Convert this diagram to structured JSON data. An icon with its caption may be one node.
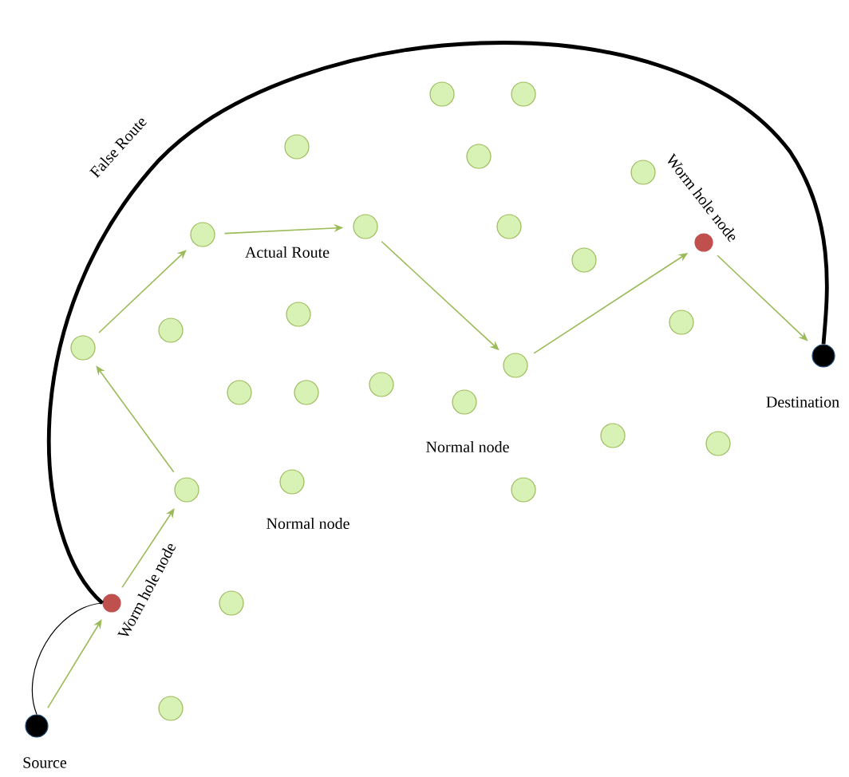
{
  "diagram": {
    "nodes": [
      {
        "text": [],
        "shape": "circle"
      },
      {
        "text": [],
        "shape": "circle"
      },
      {
        "text": [],
        "shape": "circle"
      },
      {
        "text": [],
        "shape": "circle"
      },
      {
        "text": [],
        "shape": "circle"
      },
      {
        "text": [],
        "shape": "circle"
      },
      {
        "text": [],
        "shape": "circle"
      },
      {
        "text": [],
        "shape": "circle"
      },
      {
        "text": [],
        "shape": "circle",
        "beside": [
          "Worm hole node"
        ]
      },
      {
        "text": [],
        "shape": "circle"
      },
      {
        "text": [],
        "shape": "circle"
      },
      {
        "text": [],
        "shape": "circle"
      },
      {
        "text": [],
        "shape": "circle"
      },
      {
        "text": [],
        "shape": "circle"
      },
      {
        "text": [],
        "shape": "circle",
        "beside": [
          "Destination"
        ]
      },
      {
        "text": [],
        "shape": "circle"
      },
      {
        "text": [],
        "shape": "circle"
      },
      {
        "text": [],
        "shape": "circle"
      },
      {
        "text": [],
        "shape": "circle"
      },
      {
        "text": [],
        "shape": "circle"
      },
      {
        "text": [],
        "shape": "circle"
      },
      {
        "text": [],
        "shape": "circle"
      },
      {
        "text": [],
        "shape": "circle"
      },
      {
        "text": [],
        "shape": "circle"
      },
      {
        "text": [],
        "shape": "circle"
      },
      {
        "text": [],
        "shape": "circle",
        "beside": [
          "Worm hole node"
        ]
      },
      {
        "text": [],
        "shape": "circle"
      },
      {
        "text": [],
        "shape": "circle"
      },
      {
        "text": [],
        "shape": "circle",
        "beside": [
          "Source"
        ]
      }
    ],
    "edges": [
      {
        "from": 28,
        "to": 25,
        "arrow": "to"
      },
      {
        "from": 25,
        "to": 23,
        "arrow": "to"
      },
      {
        "from": 23,
        "to": 13,
        "arrow": "to"
      },
      {
        "from": 13,
        "to": 5,
        "arrow": "to"
      },
      {
        "from": 5,
        "to": 6,
        "arrow": "to",
        "label": "Actual Route"
      },
      {
        "from": 6,
        "to": 15,
        "arrow": "to"
      },
      {
        "from": 15,
        "to": 8,
        "arrow": "to"
      },
      {
        "from": 8,
        "to": 14,
        "arrow": "to"
      },
      {
        "from": 28,
        "to": 25,
        "arrow": "none",
        "color": "#000000"
      },
      {
        "from": 25,
        "to": 14,
        "arrow": "none",
        "style": "thick",
        "color": "#000000",
        "label": "False Route"
      }
    ],
    "labels": [
      "Normal node",
      "Normal node"
    ]
  }
}
